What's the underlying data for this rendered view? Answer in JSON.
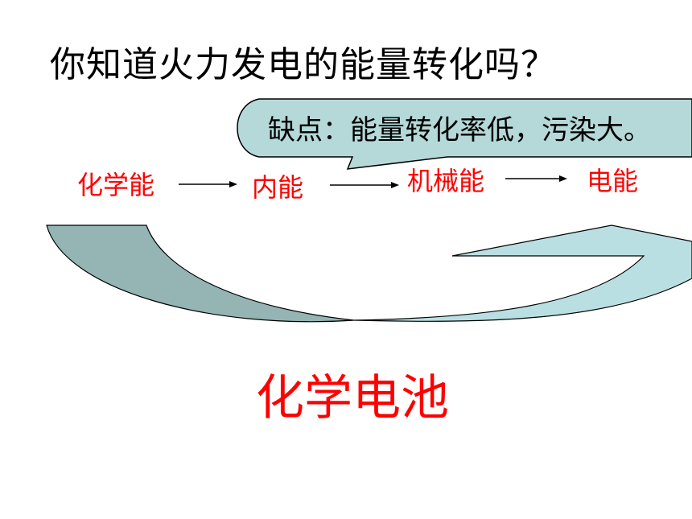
{
  "title": "你知道火力发电的能量转化吗？",
  "callout": "缺点：能量转化率低，污染大。",
  "flow": [
    {
      "label": "化学能"
    },
    {
      "label": "内能"
    },
    {
      "label": "机械能"
    },
    {
      "label": "电能"
    }
  ],
  "bottom_label": "化学电池",
  "colors": {
    "energy_text": "#ff0000",
    "callout_fill": "#b5d8d8",
    "left_arrow_fill": "#95b4b4",
    "right_arrow_fill": "#b9dfe2",
    "outline": "#000000"
  }
}
